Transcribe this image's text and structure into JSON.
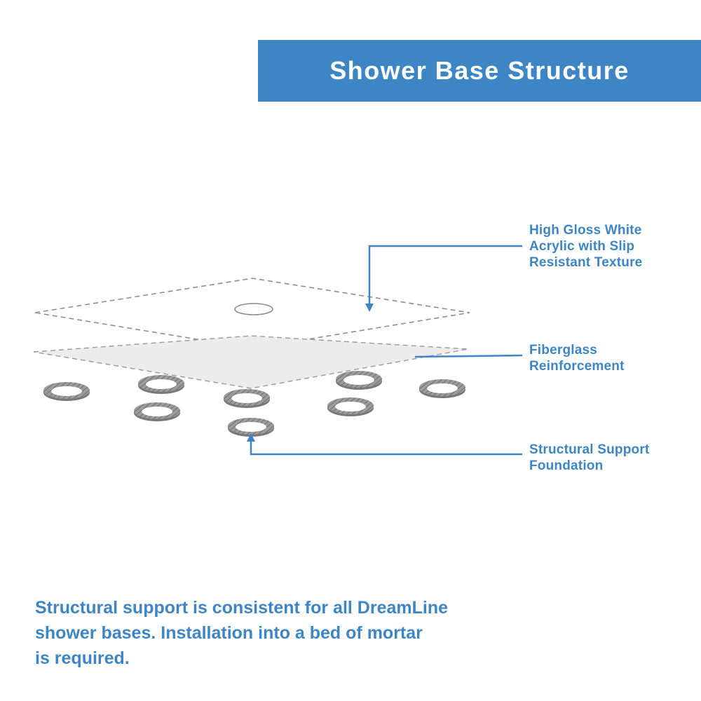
{
  "header": {
    "title": "Shower Base Structure"
  },
  "labels": {
    "acrylic": "High Gloss White\nAcrylic with Slip\nResistant Texture",
    "fiberglass": "Fiberglass\nReinforcement",
    "support": "Structural Support\nFoundation"
  },
  "footer": {
    "text": "Structural support is consistent for all DreamLine\nshower bases. Installation into a bed of mortar\nis required."
  },
  "colors": {
    "accent": "#3d85c4",
    "banner_bg": "#3d85c4",
    "banner_text": "#ffffff",
    "layer_fill": "#ececec",
    "outline_gray": "#8f8f8f",
    "ring_gray": "#9c9c9c",
    "ring_hatch": "#6e6e6e"
  },
  "diagram": {
    "parts": [
      "acrylic-top-layer",
      "drain-hole",
      "fiberglass-layer",
      "support-rings"
    ]
  }
}
